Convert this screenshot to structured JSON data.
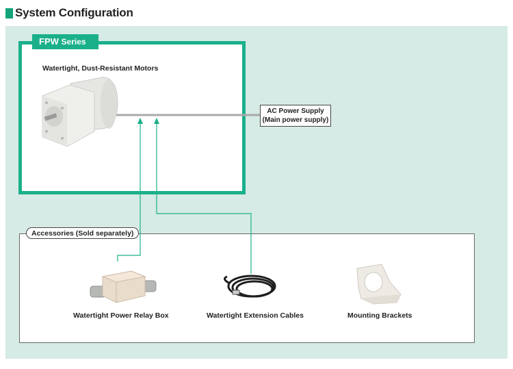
{
  "header": {
    "title": "System Configuration"
  },
  "colors": {
    "accent": "#1ab08a",
    "panel_bg": "#d6ebe5"
  },
  "fpw": {
    "series_name": "FPW",
    "series_suffix": "Series",
    "motor_label": "Watertight, Dust-Resistant Motors"
  },
  "power": {
    "line1": "AC Power Supply",
    "line2": "(Main power supply)"
  },
  "accessories": {
    "label": "Accessories (Sold separately)",
    "items": [
      {
        "label": "Watertight Power Relay Box",
        "icon": "relay-box-icon"
      },
      {
        "label": "Watertight Extension Cables",
        "icon": "cable-coil-icon"
      },
      {
        "label": "Mounting Brackets",
        "icon": "mounting-bracket-icon"
      }
    ]
  }
}
